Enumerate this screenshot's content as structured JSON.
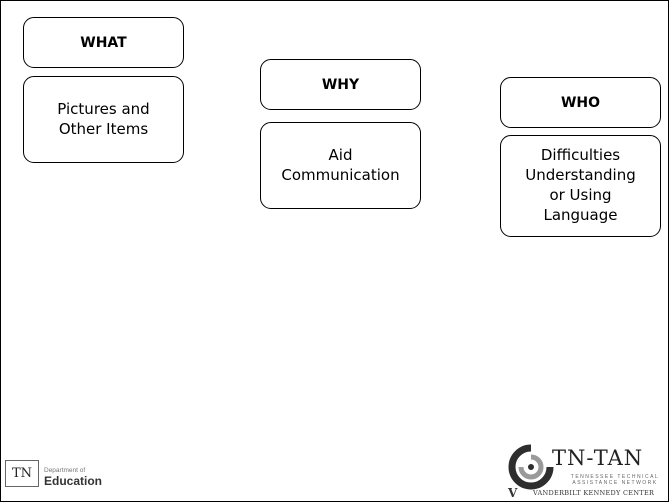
{
  "columns": [
    {
      "heading": "WHAT",
      "body": "Pictures and\nOther Items"
    },
    {
      "heading": "WHY",
      "body": "Aid\nCommunication"
    },
    {
      "heading": "WHO",
      "body": "Difficulties\nUnderstanding\nor Using\nLanguage"
    }
  ],
  "footer": {
    "tn_logo": {
      "mark": "TN",
      "dept": "Department of",
      "name": "Education"
    },
    "tntan_logo": {
      "name": "TN-TAN",
      "subtitle": "TENNESSEE TECHNICAL\nASSISTANCE NETWORK",
      "partner": "VANDERBILT KENNEDY CENTER",
      "partner_mark": "V"
    }
  }
}
